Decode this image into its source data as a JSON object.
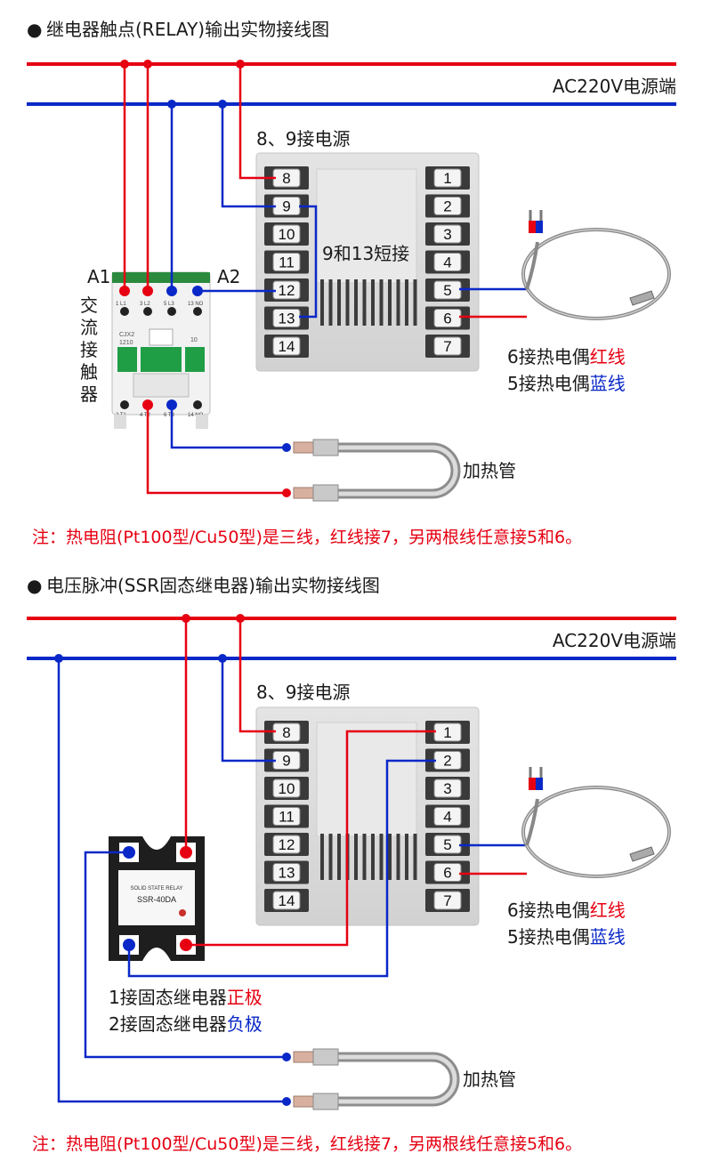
{
  "colors": {
    "live": "#e60012",
    "neutral": "#0a28c8",
    "text": "#1a1a1a",
    "note": "#e60012",
    "panel": "#dcdcdc",
    "terminal": "#2a2a2a",
    "contactor_green": "#1f9e46"
  },
  "section1": {
    "bullet": "●",
    "title": "继电器触点(RELAY)输出实物接线图",
    "power_label": "AC220V电源端",
    "power_pins_label": "8、9接电源",
    "left_terminals": [
      "8",
      "9",
      "10",
      "11",
      "12",
      "13",
      "14"
    ],
    "right_terminals": [
      "1",
      "2",
      "3",
      "4",
      "5",
      "6",
      "7"
    ],
    "short_label": "9和13短接",
    "a1": "A1",
    "a2": "A2",
    "contactor_name": [
      "交",
      "流",
      "接",
      "触",
      "器"
    ],
    "contactor_model": [
      "CJX2",
      "1210"
    ],
    "contactor_top_pins": [
      "1 L1",
      "3 L2",
      "5 L3",
      "13 NO"
    ],
    "contactor_bottom_pins": [
      "2 T1",
      "4 T2",
      "6 T3",
      "14 NO"
    ],
    "contactor_side": "10",
    "heater_label": "加热管",
    "tc_red_prefix": "6接热电偶",
    "tc_red_word": "红线",
    "tc_blue_prefix": "5接热电偶",
    "tc_blue_word": "蓝线",
    "note": "注：热电阻(Pt100型/Cu50型)是三线，红线接7，另两根线任意接5和6。"
  },
  "section2": {
    "bullet": "●",
    "title": "电压脉冲(SSR固态继电器)输出实物接线图",
    "power_label": "AC220V电源端",
    "power_pins_label": "8、9接电源",
    "left_terminals": [
      "8",
      "9",
      "10",
      "11",
      "12",
      "13",
      "14"
    ],
    "right_terminals": [
      "1",
      "2",
      "3",
      "4",
      "5",
      "6",
      "7"
    ],
    "ssr_brand": "SOLID STATE RELAY",
    "ssr_model": "SSR-40DA",
    "ssr_pos_prefix": "1接固态继电器",
    "ssr_pos_word": "正极",
    "ssr_neg_prefix": "2接固态继电器",
    "ssr_neg_word": "负极",
    "heater_label": "加热管",
    "tc_red_prefix": "6接热电偶",
    "tc_red_word": "红线",
    "tc_blue_prefix": "5接热电偶",
    "tc_blue_word": "蓝线",
    "note": "注：热电阻(Pt100型/Cu50型)是三线，红线接7，另两根线任意接5和6。"
  }
}
